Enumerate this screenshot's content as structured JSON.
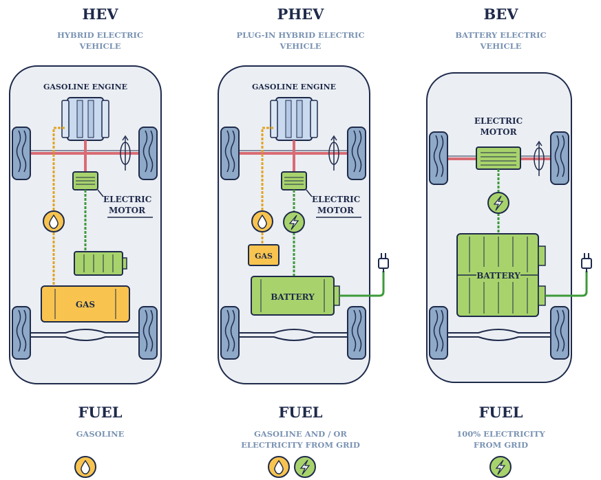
{
  "vehicles": [
    {
      "id": "hev",
      "title": "HEV",
      "subtitle": "HYBRID ELECTRIC\nVEHICLE",
      "labels": {
        "engine": "GASOLINE ENGINE",
        "motor_line1": "ELECTRIC",
        "motor_line2": "MOTOR",
        "gas": "GAS"
      },
      "fuel_heading": "FUEL",
      "fuel_desc": "GASOLINE",
      "fuel_icons": [
        "gas-drop-icon"
      ]
    },
    {
      "id": "phev",
      "title": "PHEV",
      "subtitle": "PLUG-IN HYBRID ELECTRIC\nVEHICLE",
      "labels": {
        "engine": "GASOLINE ENGINE",
        "motor_line1": "ELECTRIC",
        "motor_line2": "MOTOR",
        "gas": "GAS",
        "battery": "BATTERY"
      },
      "fuel_heading": "FUEL",
      "fuel_desc": "GASOLINE AND / OR\nELECTRICITY FROM GRID",
      "fuel_icons": [
        "gas-drop-icon",
        "lightning-icon"
      ]
    },
    {
      "id": "bev",
      "title": "BEV",
      "subtitle": "BATTERY ELECTRIC\nVEHICLE",
      "labels": {
        "motor_line1": "ELECTRIC",
        "motor_line2": "MOTOR",
        "battery": "BATTERY"
      },
      "fuel_heading": "FUEL",
      "fuel_desc": "100% ELECTRICITY\nFROM GRID",
      "fuel_icons": [
        "lightning-icon"
      ]
    }
  ],
  "colors": {
    "dark": "#1e2a4a",
    "subtitle": "#7a93b3",
    "car_body": "#ebeef3",
    "engine": "#c9d9ee",
    "gas": "#f8c44f",
    "battery": "#a8d36c",
    "wire_green": "#3d9a3a",
    "axle_red": "#d96b74"
  }
}
